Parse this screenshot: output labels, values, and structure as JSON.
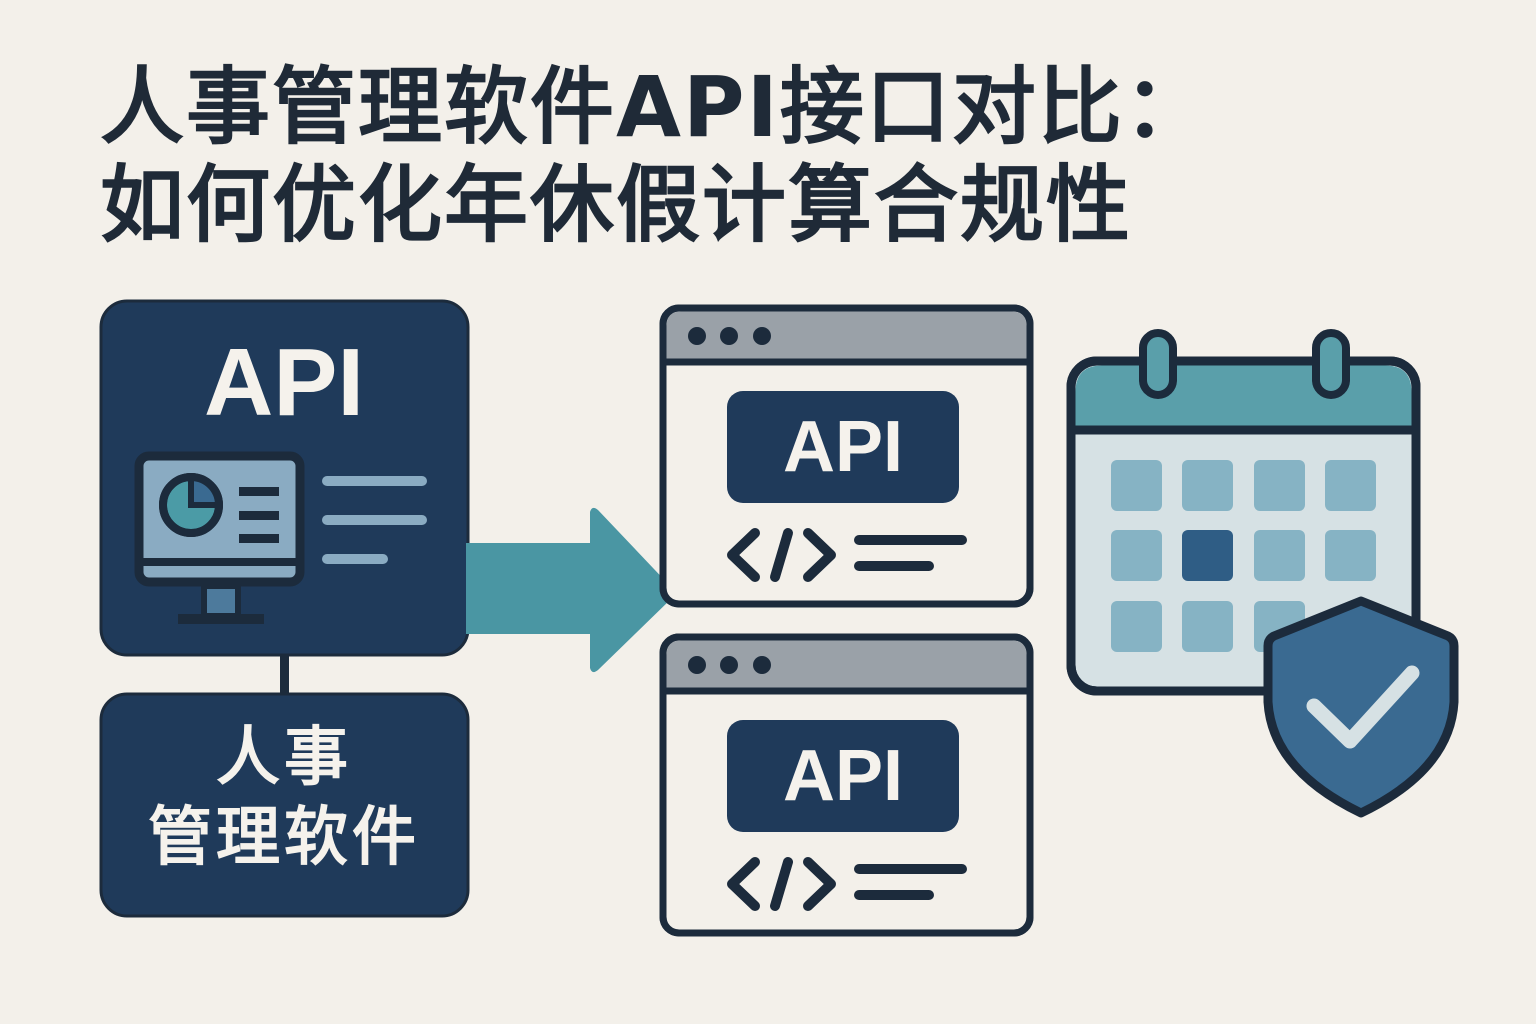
{
  "title": {
    "line1": "人事管理软件API接口对比：",
    "line2": "如何优化年休假计算合规性"
  },
  "hr_system": {
    "api_label": "API",
    "name": "人事管理软件",
    "name_line1": "人事",
    "name_line2": "管理软件",
    "icon": "monitor-dashboard-icon"
  },
  "api_windows": [
    {
      "api_label": "API",
      "code_icon": "code-brackets-icon"
    },
    {
      "api_label": "API",
      "code_icon": "code-brackets-icon"
    }
  ],
  "compliance": {
    "calendar_icon": "calendar-icon",
    "shield_icon": "shield-check-icon"
  },
  "colors": {
    "background": "#f3f0ea",
    "navy": "#1f3a5a",
    "dark": "#1c2b3c",
    "teal": "#4a96a3",
    "window_bar": "#9aa1a8",
    "calendar_cell": "#86b3c4",
    "calendar_highlight": "#2f5d85",
    "shield": "#3a6a91"
  }
}
